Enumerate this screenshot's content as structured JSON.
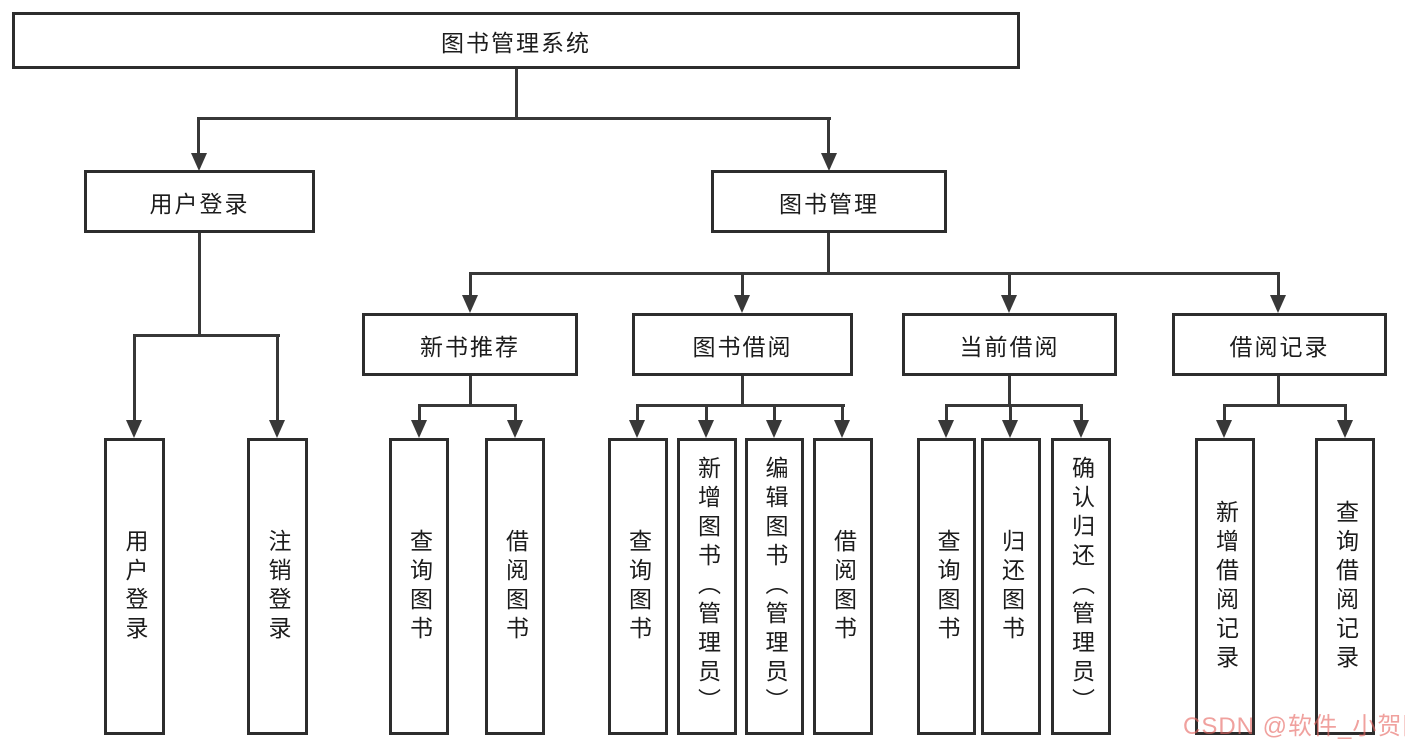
{
  "tree": {
    "root": {
      "label": "图书管理系统"
    },
    "branches": [
      {
        "label": "用户登录",
        "children": [
          {
            "label": "用户登录"
          },
          {
            "label": "注销登录"
          }
        ]
      },
      {
        "label": "图书管理",
        "groups": [
          {
            "label": "新书推荐",
            "children": [
              {
                "label": "查询图书"
              },
              {
                "label": "借阅图书"
              }
            ]
          },
          {
            "label": "图书借阅",
            "children": [
              {
                "label": "查询图书"
              },
              {
                "label": "新增图书（管理员）"
              },
              {
                "label": "编辑图书（管理员）"
              },
              {
                "label": "借阅图书"
              }
            ]
          },
          {
            "label": "当前借阅",
            "children": [
              {
                "label": "查询图书"
              },
              {
                "label": "归还图书"
              },
              {
                "label": "确认归还（管理员）"
              }
            ]
          },
          {
            "label": "借阅记录",
            "children": [
              {
                "label": "新增借阅记录"
              },
              {
                "label": "查询借阅记录"
              }
            ]
          }
        ]
      }
    ]
  },
  "watermark": {
    "text": "CSDN @软件_小贺同学"
  },
  "colors": {
    "line": "#383838",
    "box_border": "#2d2d2d",
    "text": "#1c1c1c",
    "watermark": "#e7675f",
    "background": "#ffffff"
  }
}
